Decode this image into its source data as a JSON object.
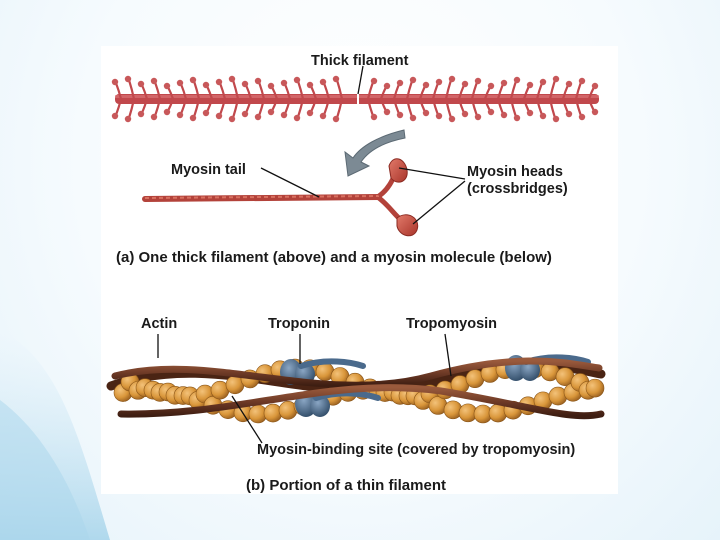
{
  "labels": {
    "thick_filament": "Thick filament",
    "myosin_tail": "Myosin tail",
    "myosin_heads_line1": "Myosin heads",
    "myosin_heads_line2": "(crossbridges)",
    "actin": "Actin",
    "troponin": "Troponin",
    "tropomyosin": "Tropomyosin",
    "binding_site": "Myosin-binding site (covered by tropomyosin)"
  },
  "captions": {
    "a": "(a) One thick filament (above) and a myosin molecule (below)",
    "b": "(b) Portion of a thin filament"
  },
  "colors": {
    "thick_filament": "#c1484c",
    "myosin_molecule": "#c44a3a",
    "actin": "#d9963a",
    "tropomyosin": "#6e3a26",
    "troponin": "#4a6a8c",
    "arrow": "#7c8a94"
  }
}
